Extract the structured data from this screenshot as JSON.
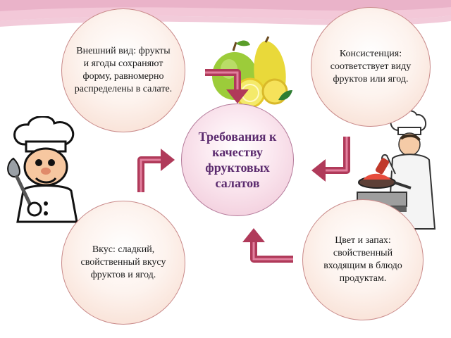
{
  "center": {
    "text": "Требования к качеству фруктовых салатов"
  },
  "nodes": {
    "appearance": "Внешний вид: фрукты и ягоды сохраняют форму, равномерно распределены в салате.",
    "consistency": "Консистенция: соответствует виду фруктов или ягод.",
    "taste": "Вкус: сладкий, свойственный вкусу фруктов и ягод.",
    "color_smell": "Цвет и запах: свойственный входящим в блюдо продуктам."
  },
  "colors": {
    "arrow": "#b03a5a",
    "bubble_border": "#c98a8a",
    "center_text": "#5b2a6e"
  },
  "icons": [
    "fruit-illustration",
    "chef-with-ladle-illustration",
    "chef-cooking-illustration"
  ]
}
